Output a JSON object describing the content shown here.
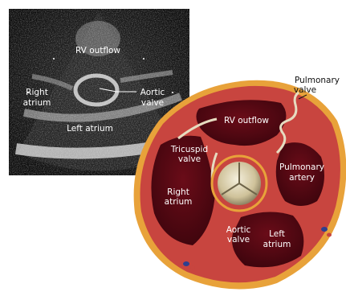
{
  "ultrasound": {
    "labels": {
      "rv_outflow": "RV outflow",
      "right_atrium_1": "Right",
      "right_atrium_2": "atrium",
      "aortic_valve_1": "Aortic",
      "aortic_valve_2": "valve",
      "left_atrium": "Left atrium"
    }
  },
  "illustration": {
    "labels": {
      "pulmonary_valve_1": "Pulmonary",
      "pulmonary_valve_2": "valve",
      "rv_outflow": "RV outflow",
      "tricuspid_valve_1": "Tricuspid",
      "tricuspid_valve_2": "valve",
      "pulmonary_artery_1": "Pulmonary",
      "pulmonary_artery_2": "artery",
      "right_atrium_1": "Right",
      "right_atrium_2": "atrium",
      "aortic_valve_1": "Aortic",
      "aortic_valve_2": "valve",
      "left_atrium_1": "Left",
      "left_atrium_2": "atrium"
    }
  },
  "colors": {
    "echo_background": "#141414",
    "chamber": "#4a0610",
    "wall": "#c8453f",
    "pericardium": "#e8a23a",
    "valve": "#e6dcc0"
  }
}
